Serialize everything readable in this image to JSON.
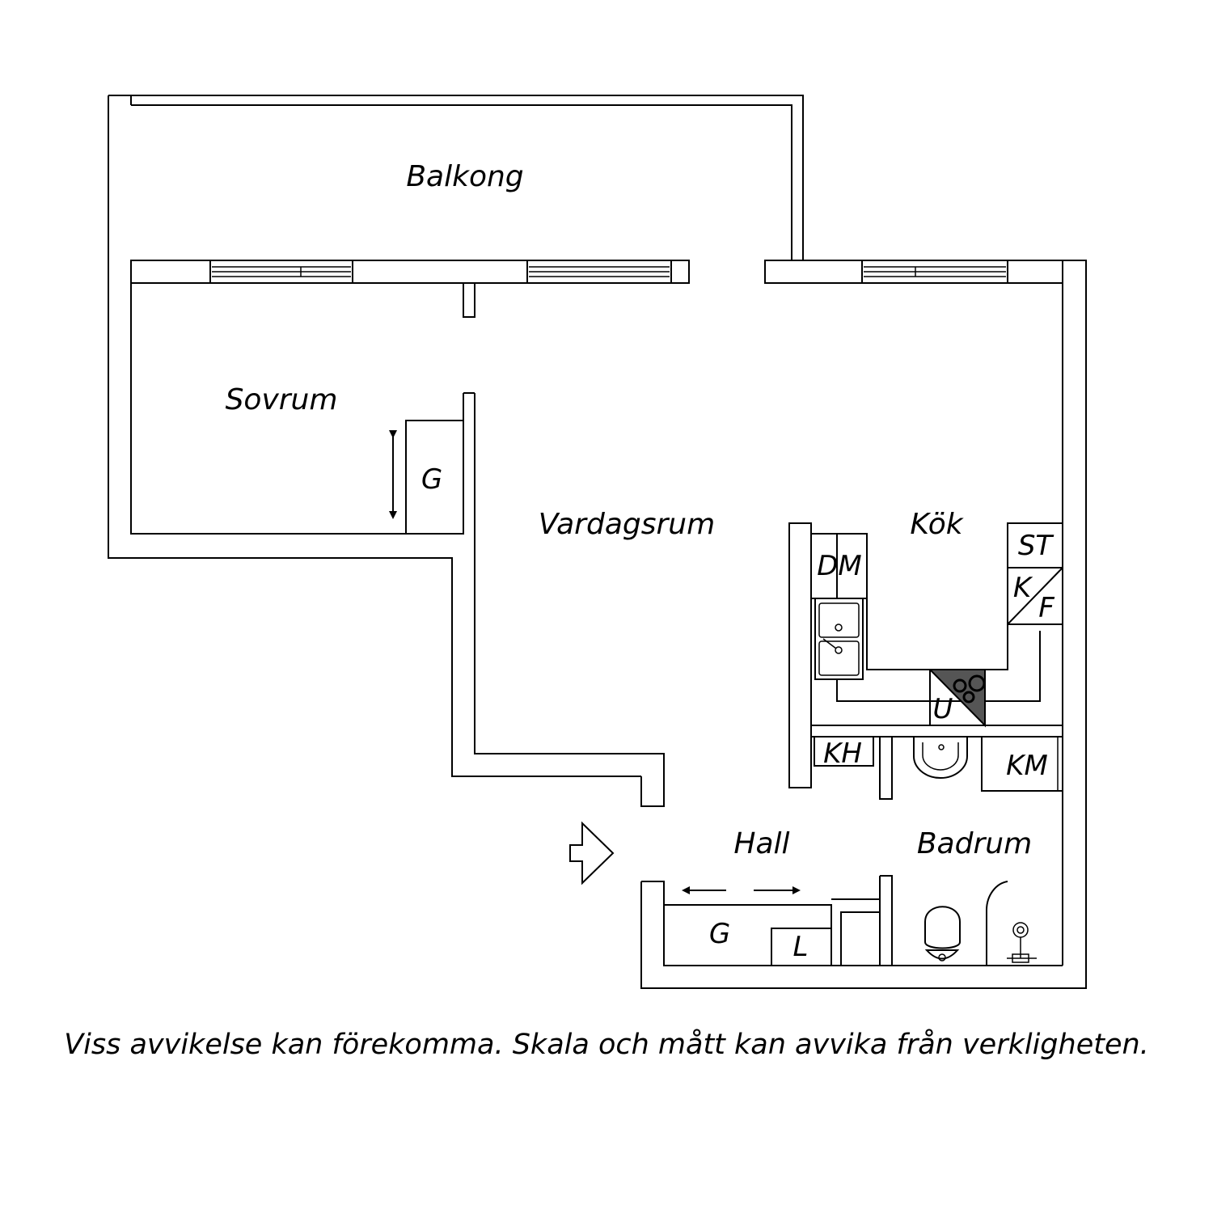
{
  "rooms": {
    "balcony": "Balkong",
    "bedroom": "Sovrum",
    "living": "Vardagsrum",
    "kitchen": "Kök",
    "hall": "Hall",
    "bathroom": "Badrum"
  },
  "fixtures": {
    "wardrobe_bedroom": "G",
    "wardrobe_hall": "G",
    "dishwasher": "DM",
    "stove_cabinet": "ST",
    "fridge": "K",
    "freezer": "F",
    "oven": "U",
    "hat_shelf": "KH",
    "washing_machine": "KM",
    "linen_closet": "L"
  },
  "disclaimer": "Viss avvikelse kan förekomma. Skala och mått kan avvika från verkligheten."
}
